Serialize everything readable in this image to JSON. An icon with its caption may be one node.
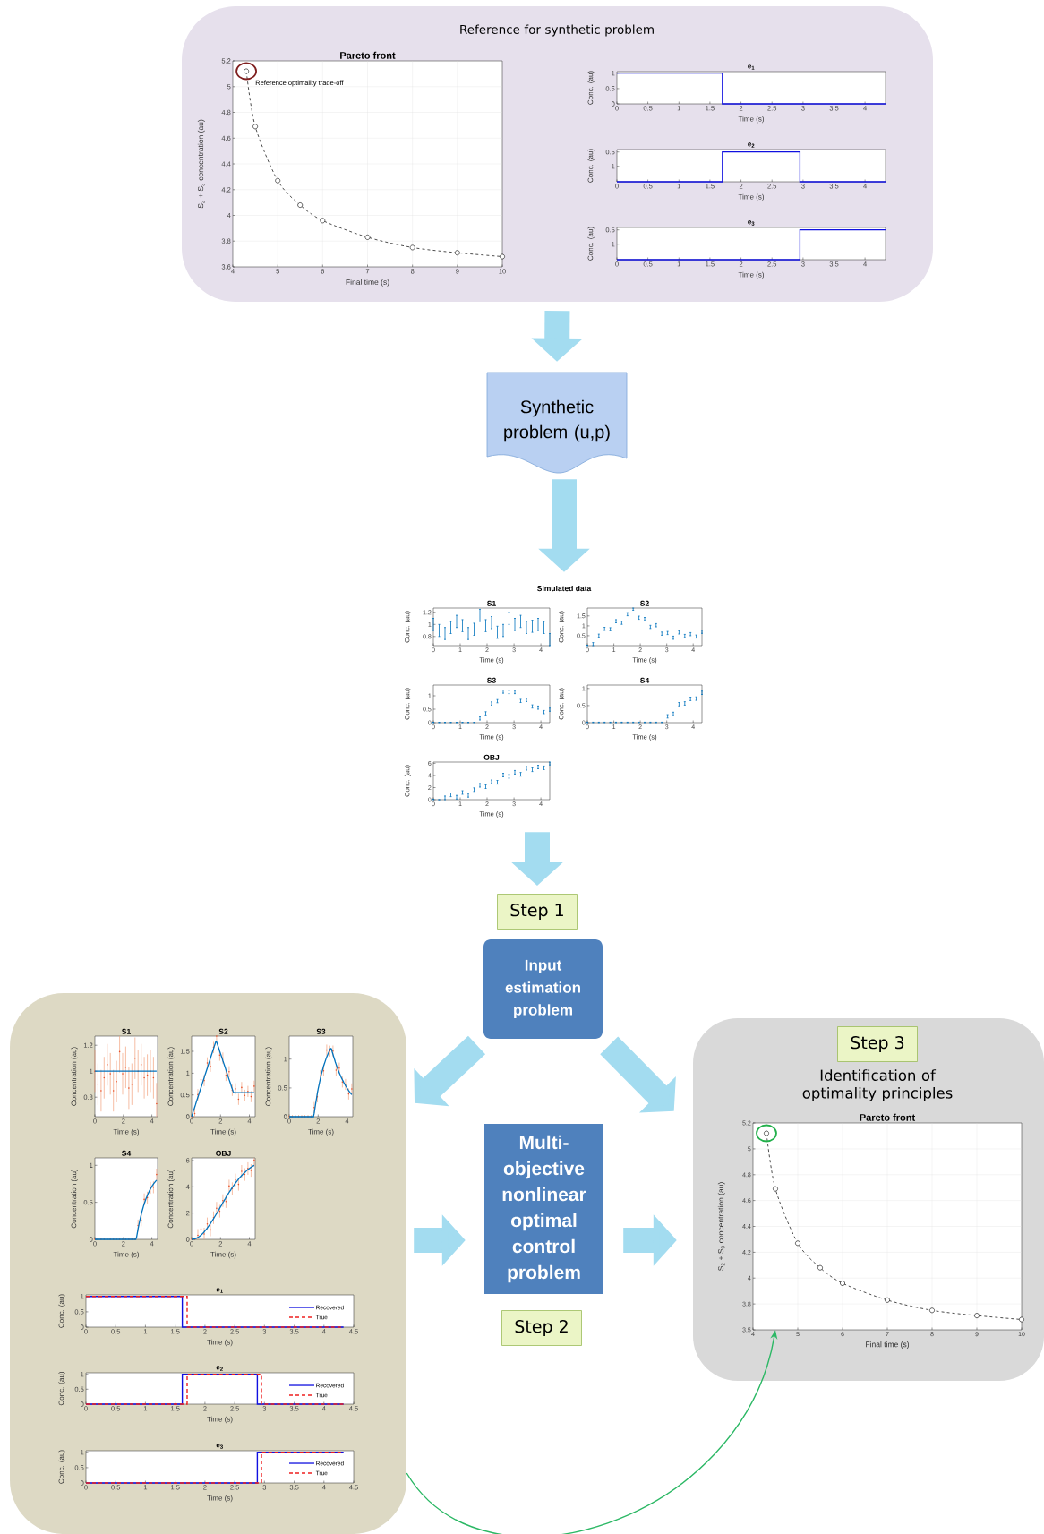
{
  "diagram": {
    "nodes": [
      {
        "text": [
          "Reference for synthetic problem"
        ]
      },
      {
        "text": [
          "Pareto front",
          "S$_{2}$ + S$_{3}$ concentration (au)",
          "Final time (s)",
          "4",
          "5",
          "6",
          "7",
          "8",
          "9",
          "10",
          "5.2",
          "5",
          "4.8",
          "4.6",
          "4.4",
          "4.2",
          "4",
          "3.8",
          "3.6"
        ],
        "in": 0
      },
      {
        "text": [
          "e$_{1}$",
          "Conc. (au)",
          "Time (s)",
          "0",
          "0.5",
          "1",
          "1.5",
          "2",
          "2.5",
          "3",
          "3.5",
          "4",
          "1",
          "0.5",
          "0"
        ],
        "in": 0
      },
      {
        "text": [
          "e$_{2}$",
          "Conc. (au)",
          "Time (s)",
          "0",
          "0.5",
          "1",
          "1.5",
          "2",
          "2.5",
          "3",
          "3.5",
          "4",
          "0.5",
          "1"
        ],
        "in": 0
      },
      {
        "text": [
          "e$_{3}$",
          "Conc. (au)",
          "Time (s)",
          "0",
          "0.5",
          "1",
          "1.5",
          "2",
          "2.5",
          "3",
          "3.5",
          "4",
          "0.5",
          "1"
        ],
        "in": 0
      },
      {
        "text": [
          "Synthetic problem (u,p)"
        ]
      },
      {
        "text": [
          "Simulated data"
        ]
      },
      {
        "text": [
          "S1",
          "Conc. (au)",
          "Time (s)",
          "0",
          "1",
          "2",
          "3",
          "4",
          "1.2",
          "1",
          "0.8"
        ]
      },
      {
        "text": [
          "S2",
          "Conc. (au)",
          "Time (s)",
          "0",
          "1",
          "2",
          "3",
          "4",
          "1.5",
          "1",
          "0.5"
        ]
      },
      {
        "text": [
          "S3",
          "Conc. (au)",
          "Time (s)",
          "0",
          "1",
          "2",
          "3",
          "4",
          "1",
          "0.5",
          "0"
        ]
      },
      {
        "text": [
          "S4",
          "Conc. (au)",
          "Time (s)",
          "0",
          "1",
          "2",
          "3",
          "4",
          "1",
          "0.5",
          "0"
        ]
      },
      {
        "text": [
          "OBJ",
          "Conc. (au)",
          "Time (s)",
          "0",
          "1",
          "2",
          "3",
          "4",
          "6",
          "4",
          "2",
          "0"
        ]
      },
      {
        "text": [
          "Step 1"
        ]
      },
      {
        "text": [
          "Input estimation problem"
        ]
      },
      {
        "text": [
          "Multi-objective nonlinear optimal control problem"
        ]
      },
      {
        "text": [
          "Step 2"
        ]
      },
      {
        "text": [],
        "shape": "box"
      },
      {
        "text": [
          "S1",
          "Concentration (au)",
          "Time (s)",
          "0",
          "2",
          "4",
          "1.2",
          "1",
          "0.8"
        ],
        "in": 16
      },
      {
        "text": [
          "S2",
          "Concentration (au)",
          "Time (s)",
          "0",
          "2",
          "4",
          "1.5",
          "1",
          "0.5",
          "0"
        ],
        "in": 16
      },
      {
        "text": [
          "S3",
          "Concentration (au)",
          "Time (s)",
          "0",
          "2",
          "4",
          "1",
          "0.5",
          "0"
        ],
        "in": 16
      },
      {
        "text": [
          "S4",
          "Concentration (au)",
          "Time (s)",
          "0",
          "2",
          "4",
          "1",
          "0.5",
          "0"
        ],
        "in": 16
      },
      {
        "text": [
          "OBJ",
          "Concentration (au)",
          "Time (s)",
          "0",
          "2",
          "4",
          "6",
          "4",
          "2",
          "0"
        ],
        "in": 16
      },
      {
        "text": [
          "e$_{1}$",
          "Conc. (au)",
          "Time (s)",
          "0",
          "0.5",
          "1",
          "1.5",
          "2",
          "2.5",
          "3",
          "3.5",
          "4",
          "4.5",
          "1",
          "0.5",
          "0"
        ],
        "in": 16
      },
      {
        "text": [
          "e$_{2}$",
          "Conc. (au)",
          "Time (s)",
          "0",
          "0.5",
          "1",
          "1.5",
          "2",
          "2.5",
          "3",
          "3.5",
          "4",
          "4.5",
          "1",
          "0.5",
          "0"
        ],
        "in": 16
      },
      {
        "text": [
          "e$_{3}$",
          "Conc. (au)",
          "Time (s)",
          "0",
          "0.5",
          "1",
          "1.5",
          "2",
          "2.5",
          "3",
          "3.5",
          "4",
          "4.5",
          "1",
          "0.5",
          "0"
        ],
        "in": 16
      },
      {
        "text": [
          "Identification of optimality principles"
        ]
      },
      {
        "text": [
          "Step 3"
        ],
        "in": 25
      },
      {
        "text": [
          "Pareto front",
          "S$_{2}$ + S$_{3}$ concentration (au)",
          "Final time (s)",
          "4",
          "5",
          "6",
          "7",
          "8",
          "9",
          "10",
          "5.2",
          "5",
          "4.8",
          "4.6",
          "4.4",
          "4.2",
          "4",
          "3.8",
          "3.5"
        ],
        "in": 25
      }
    ],
    "edges": [
      {
        "from": 0,
        "to": 5,
        "arrow": "to"
      },
      {
        "from": 5,
        "to": 6,
        "arrow": "to"
      },
      {
        "from": 11,
        "to": 12,
        "arrow": "to"
      },
      {
        "from": 13,
        "to": 16,
        "arrow": "to"
      },
      {
        "from": 13,
        "to": 25,
        "arrow": "to"
      },
      {
        "from": 16,
        "to": 14,
        "arrow": "to"
      },
      {
        "from": 14,
        "to": 25,
        "arrow": "to"
      },
      {
        "from": 16,
        "to": 27,
        "arrow": "to",
        "color": "#2cb865"
      }
    ],
    "labels": [
      "Reference optimality trade-off"
    ],
    "legend": [
      {
        "text": "Recovered"
      },
      {
        "text": "True"
      },
      {
        "text": "Recovered"
      },
      {
        "text": "True"
      },
      {
        "text": "Recovered"
      },
      {
        "text": "True"
      }
    ]
  }
}
